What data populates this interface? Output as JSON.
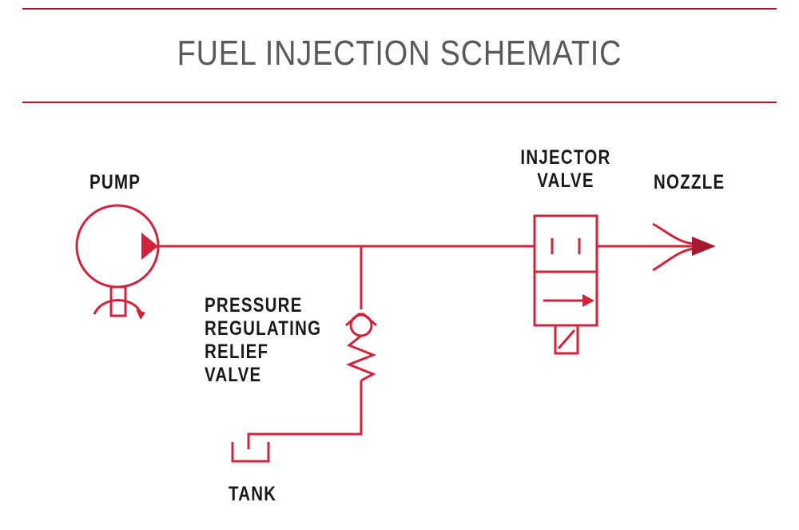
{
  "title": "FUEL INJECTION SCHEMATIC",
  "labels": {
    "pump": "PUMP",
    "injector_valve": [
      "INJECTOR",
      "VALVE"
    ],
    "nozzle": "NOZZLE",
    "relief_valve": [
      "PRESSURE",
      "REGULATING",
      "RELIEF",
      "VALVE"
    ],
    "tank": "TANK"
  },
  "colors": {
    "rule": "#b5162b",
    "line": "#d2233c",
    "nozzle_arrow": "#a6192e",
    "title": "#58595b",
    "label": "#1a1a1a"
  }
}
